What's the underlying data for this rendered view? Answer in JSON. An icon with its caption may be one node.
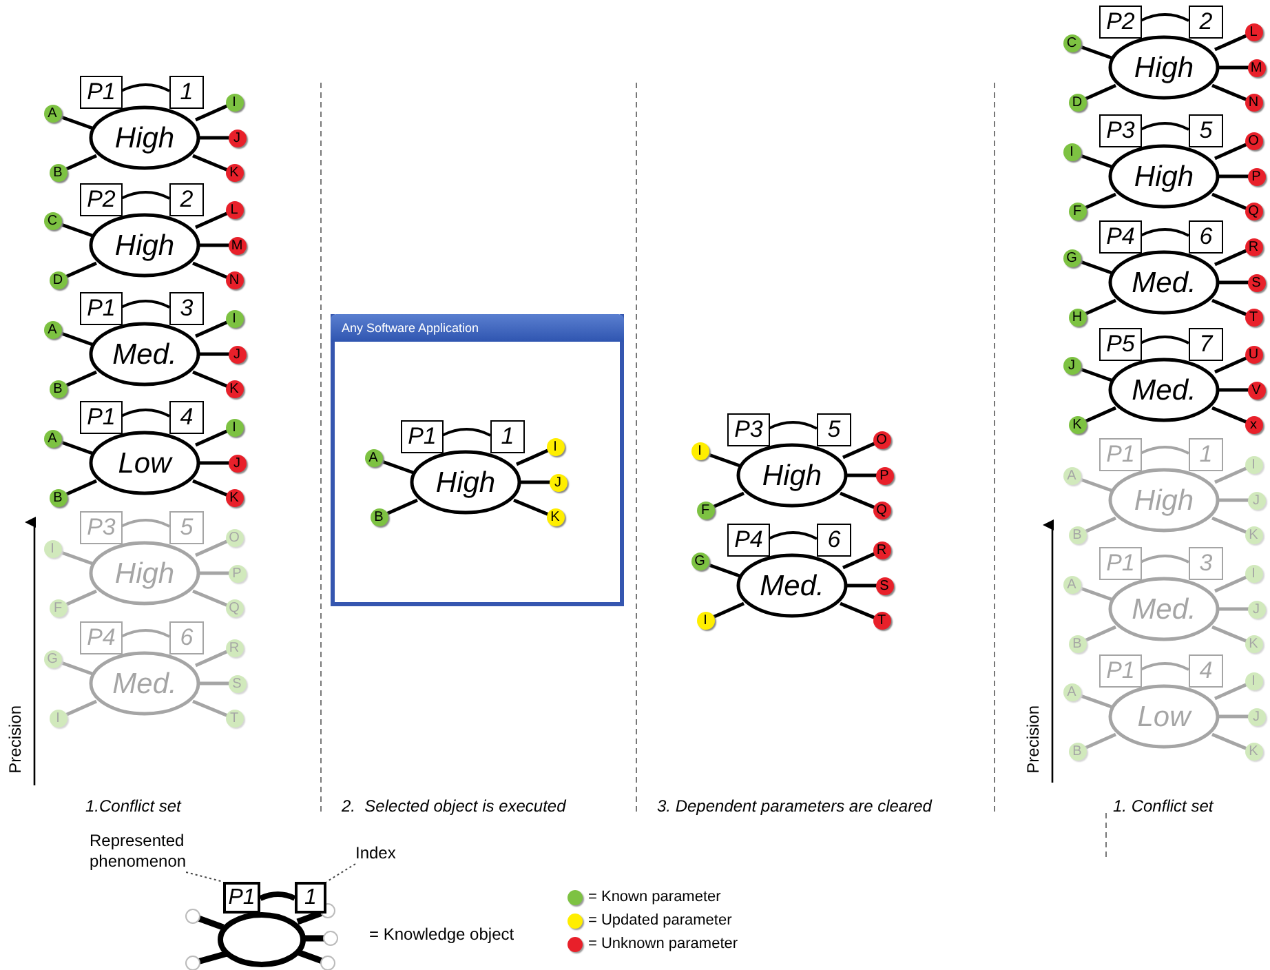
{
  "diagram": {
    "nodes": [
      {
        "text": [
          "P1",
          "1",
          "High",
          "A",
          "B",
          "I",
          "J",
          "K"
        ]
      },
      {
        "text": [
          "P2",
          "2",
          "High",
          "C",
          "D",
          "L",
          "M",
          "N"
        ]
      },
      {
        "text": [
          "P1",
          "3",
          "Med.",
          "A",
          "B",
          "I",
          "J",
          "K"
        ]
      },
      {
        "text": [
          "P1",
          "4",
          "Low",
          "A",
          "B",
          "I",
          "J",
          "K"
        ]
      },
      {
        "text": [
          "P3",
          "5",
          "High",
          "I",
          "F",
          "O",
          "P",
          "Q"
        ]
      },
      {
        "text": [
          "P4",
          "6",
          "Med.",
          "G",
          "I",
          "R",
          "S",
          "T"
        ]
      },
      {
        "text": [
          "Any Software Application"
        ]
      },
      {
        "text": [
          "P1",
          "1",
          "High",
          "A",
          "B",
          "I",
          "J",
          "K"
        ],
        "in": 6
      },
      {
        "text": [
          "P3",
          "5",
          "High",
          "I",
          "F",
          "O",
          "P",
          "Q"
        ]
      },
      {
        "text": [
          "P4",
          "6",
          "Med.",
          "G",
          "I",
          "R",
          "S",
          "T"
        ]
      },
      {
        "text": [
          "P2",
          "2",
          "High",
          "C",
          "D",
          "L",
          "M",
          "N"
        ]
      },
      {
        "text": [
          "P3",
          "5",
          "High",
          "I",
          "F",
          "O",
          "P",
          "Q"
        ]
      },
      {
        "text": [
          "P4",
          "6",
          "Med.",
          "G",
          "H",
          "R",
          "S",
          "T"
        ]
      },
      {
        "text": [
          "P5",
          "7",
          "Med.",
          "J",
          "K",
          "U",
          "V",
          "x"
        ]
      },
      {
        "text": [
          "P1",
          "1",
          "High",
          "A",
          "B",
          "I",
          "J",
          "K"
        ]
      },
      {
        "text": [
          "P1",
          "3",
          "Med.",
          "A",
          "B",
          "I",
          "J",
          "K"
        ]
      },
      {
        "text": [
          "P1",
          "4",
          "Low",
          "A",
          "B",
          "I",
          "J",
          "K"
        ]
      },
      {
        "text": [
          "Represented phenomenon"
        ]
      },
      {
        "text": [
          "Index"
        ]
      },
      {
        "text": [],
        "shape": "ellipse"
      },
      {
        "text": [
          "P1"
        ]
      },
      {
        "text": [
          "1"
        ]
      }
    ],
    "edges": [
      {
        "from": 17,
        "to": 20,
        "arrow": "none",
        "style": "dashed"
      },
      {
        "from": 18,
        "to": 21,
        "arrow": "none",
        "style": "dashed"
      }
    ],
    "labels": [
      "Precision",
      "1.Conflict set",
      "2.  Selected object is executed",
      "3. Dependent parameters are cleared",
      "Precision",
      "1. Conflict set",
      "= Knowledge object"
    ],
    "legend": [
      {
        "text": "= Known parameter",
        "color": "#7dc242"
      },
      {
        "text": "= Updated parameter",
        "color": "#ffee00"
      },
      {
        "text": "= Unknown parameter",
        "color": "#e8202a"
      }
    ]
  }
}
